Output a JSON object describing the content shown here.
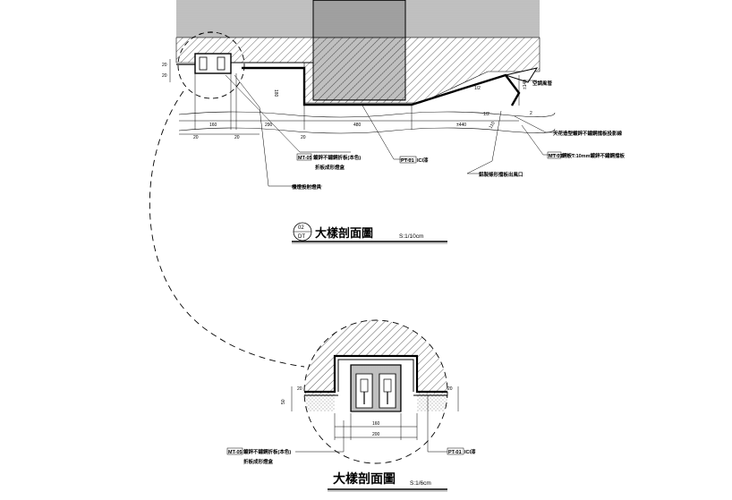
{
  "upper": {
    "title": "大樣剖面圖",
    "scale": "S:1/10cm",
    "ref_top": "02",
    "ref_bottom": "DT",
    "dims": {
      "d20_left": "20",
      "d20_left_b": "20",
      "d160": "160",
      "d290": "290",
      "d480": "480",
      "d440": "±440",
      "d180": "180",
      "d20_bot_a": "20",
      "d20_bot_b": "20",
      "d20_bot_c": "20",
      "d140": "±140",
      "d110": "110",
      "d2": "2",
      "d1_2a": "1/2",
      "d1_2b": "1/2"
    },
    "callouts": {
      "mt05_code": "MT-05",
      "mt05_text": "鍍鋅不鏽鋼折板(本色)",
      "mt05_line2": "折板成形燈盒",
      "pt01_code": "PT-01",
      "pt01_text": "ICI漆",
      "linear_light": "檯燈投射燈具",
      "ac_duct": "空調風管",
      "ceiling_note": "天花造型鍍鋅不鏽鋼擋板投影線",
      "mt03_code": "MT-03",
      "mt03_text": "鋼板T:10mm鍍鋅不鏽鋼擋板",
      "return_air": "鋁製條形擋板出風口"
    }
  },
  "lower": {
    "title": "大樣剖面圖",
    "scale": "S:1/6cm",
    "dims": {
      "d160": "160",
      "d200": "200",
      "d50": "50",
      "d20a": "20",
      "d20b": "20"
    },
    "callouts": {
      "mt05_code": "MT-05",
      "mt05_text": "鍍鋅不鏽鋼折板(本色)",
      "mt05_line2": "折板成形燈盒",
      "pt01_code": "PT-01",
      "pt01_text": "ICI漆"
    }
  }
}
